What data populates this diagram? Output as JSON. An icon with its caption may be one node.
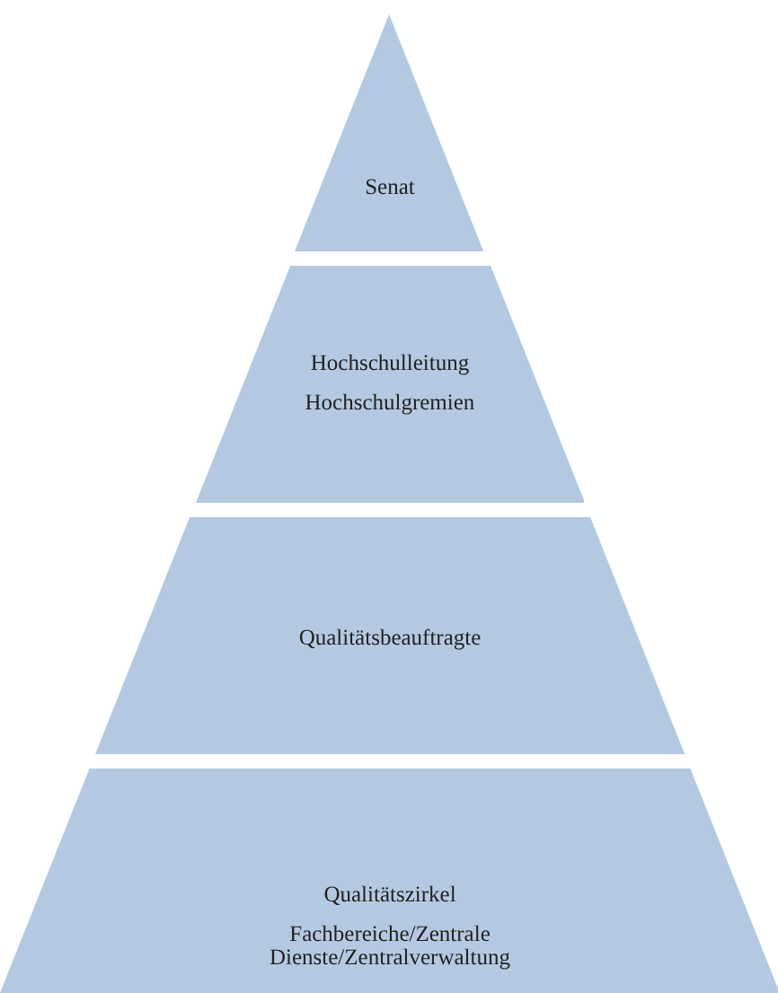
{
  "diagram": {
    "nodes": [
      {
        "text": [
          "Senat"
        ]
      },
      {
        "text": [
          "Hochschulleitung",
          "Hochschulgremien"
        ]
      },
      {
        "text": [
          "Qualitätsbeauftragte"
        ]
      },
      {
        "text": [
          "Qualitätszirkel",
          "Fachbereiche/Zentrale Dienste/Zentralverwaltung"
        ]
      }
    ]
  }
}
